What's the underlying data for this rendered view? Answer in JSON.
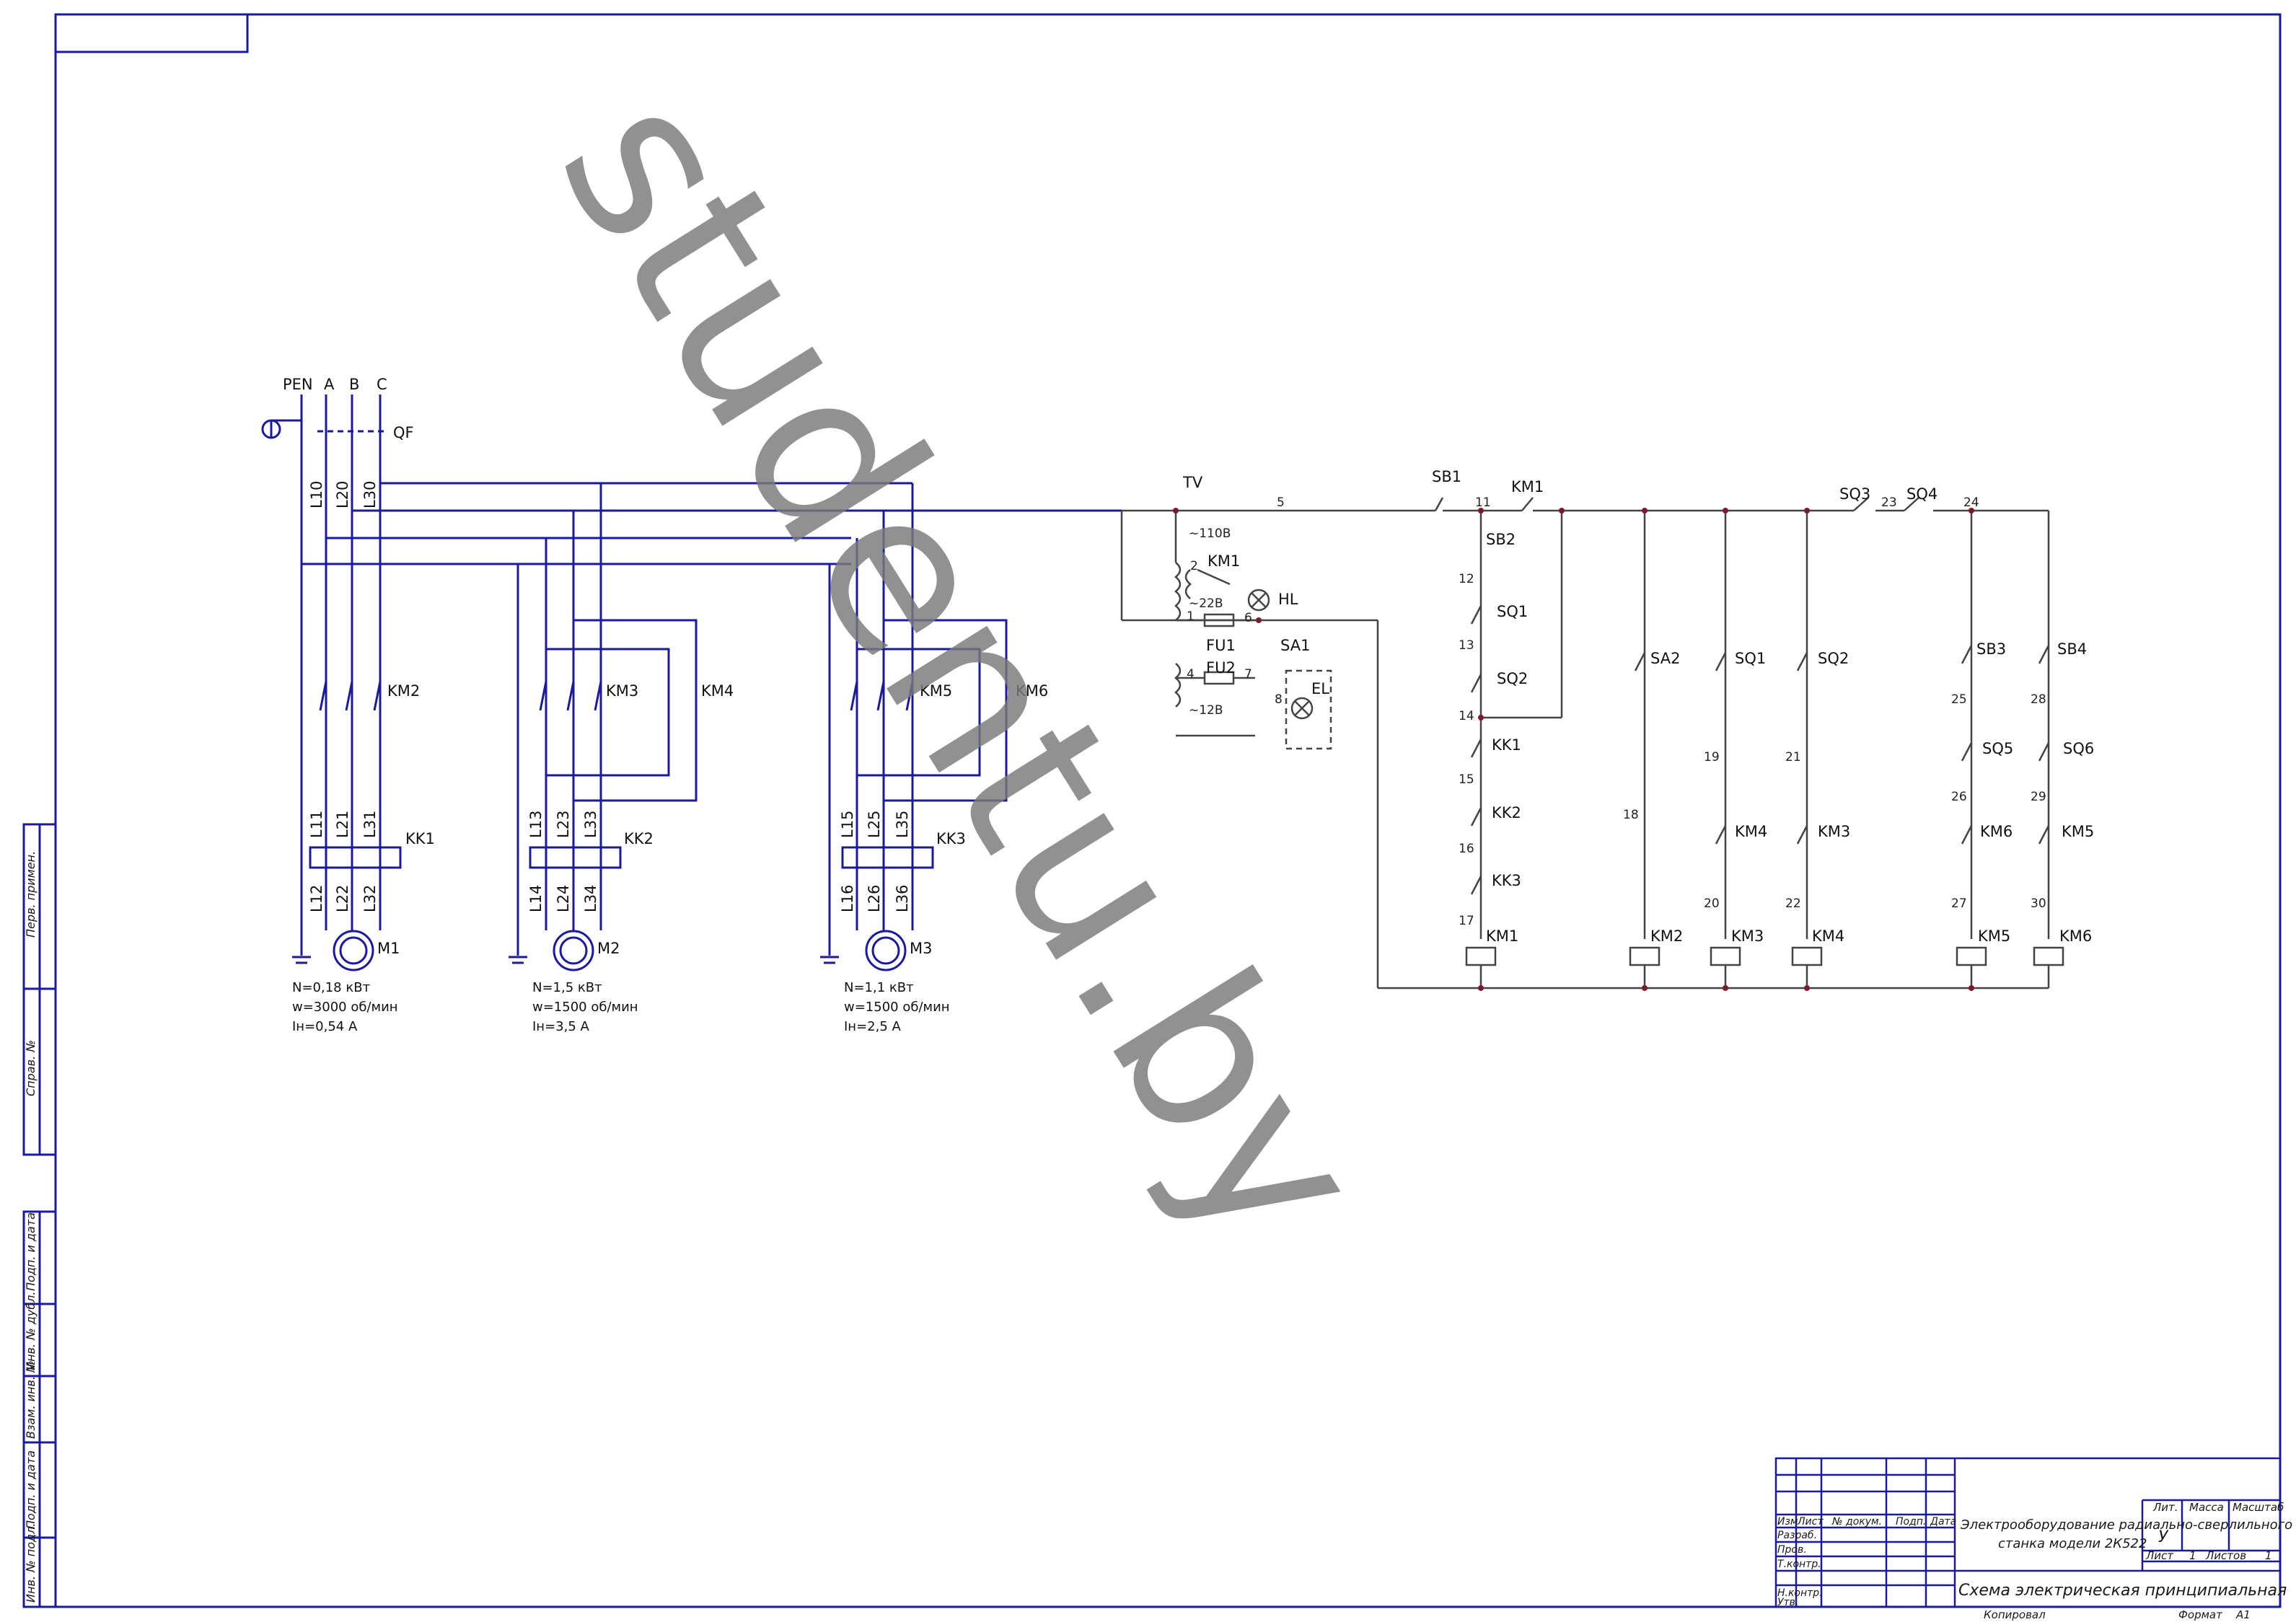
{
  "watermark": "studentu.by",
  "colors": {
    "power": "#1a1aa0",
    "wire": "#444444",
    "frame": "#1a1aa0",
    "node": "#7a1a2a"
  },
  "supply": {
    "pen": "PEN",
    "phase_a": "A",
    "phase_b": "B",
    "phase_c": "C",
    "breaker": "QF"
  },
  "feeder": {
    "l10": "L10",
    "l20": "L20",
    "l30": "L30"
  },
  "motors": [
    {
      "id": "M1",
      "contactor": "KM2",
      "relay": "KK1",
      "lines_top": [
        "L11",
        "L21",
        "L31"
      ],
      "lines_bottom": [
        "L12",
        "L22",
        "L32"
      ],
      "spec": [
        "N=0,18  кВт",
        "w=3000  об/мин",
        "Iн=0,54  А"
      ]
    },
    {
      "id": "M2",
      "contactor": "KM3",
      "contactor2": "KM4",
      "relay": "KK2",
      "lines_top": [
        "L13",
        "L23",
        "L33"
      ],
      "lines_bottom": [
        "L14",
        "L24",
        "L34"
      ],
      "spec": [
        "N=1,5  кВт",
        "w=1500  об/мин",
        "Iн=3,5  А"
      ]
    },
    {
      "id": "M3",
      "contactor": "KM5",
      "contactor2": "KM6",
      "relay": "KK3",
      "lines_top": [
        "L15",
        "L25",
        "L35"
      ],
      "lines_bottom": [
        "L16",
        "L26",
        "L36"
      ],
      "spec": [
        "N=1,1  кВт",
        "w=1500  об/мин",
        "Iн=2,5  А"
      ]
    }
  ],
  "transformer": {
    "name": "TV",
    "v110": "~110В",
    "v22": "~22В",
    "v12": "~12В",
    "km1": "KM1",
    "hl": "HL",
    "fu1": "FU1",
    "fu2": "FU2",
    "sa1": "SA1",
    "el": "EL"
  },
  "control": {
    "sb1": "SB1",
    "km1_top": "KM1",
    "sb2": "SB2",
    "sq1": "SQ1",
    "sq2": "SQ2",
    "kk1": "KK1",
    "kk2": "KK2",
    "kk3": "KK3",
    "km1_coil": "KM1",
    "sa2": "SA2",
    "km2_coil": "KM2",
    "sq1b": "SQ1",
    "km4": "KM4",
    "km3_coil": "KM3",
    "sq2b": "SQ2",
    "km3": "KM3",
    "km4_coil": "KM4",
    "sq3": "SQ3",
    "sq4": "SQ4",
    "sb3": "SB3",
    "sq5": "SQ5",
    "km6": "KM6",
    "km5_coil": "KM5",
    "sb4": "SB4",
    "sq6": "SQ6",
    "km5": "KM5",
    "km6_coil": "KM6"
  },
  "wire_numbers": [
    "5",
    "11",
    "1",
    "2",
    "6",
    "4",
    "7",
    "8",
    "12",
    "13",
    "14",
    "15",
    "16",
    "17",
    "18",
    "19",
    "20",
    "21",
    "22",
    "23",
    "24",
    "25",
    "26",
    "27",
    "28",
    "29",
    "30"
  ],
  "side_stamp": [
    "Перв. примен.",
    "Справ. №",
    "Подп. и дата",
    "Инв. № дубл.",
    "Взам. инв. №",
    "Подп. и дата",
    "Инв. № подл."
  ],
  "title_block": {
    "cols": [
      "Изм",
      "Лист",
      "№ докум.",
      "Подп.",
      "Дата"
    ],
    "rows": [
      "Разраб.",
      "Пров.",
      "Т.контр.",
      "Н.контр.",
      "Утв."
    ],
    "title1": "Электрооборудование радиально-сверлильного",
    "title2": "станка модели 2К522",
    "doc_name": "Схема электрическая принципиальная",
    "lit": "Лит.",
    "massa": "Масса",
    "masshtab": "Масштаб",
    "lit_value": "У",
    "sheet_label": "Лист",
    "sheet_num": "1",
    "sheets_label": "Листов",
    "sheets_num": "1",
    "kopiroval": "Копировал",
    "format_label": "Формат",
    "format_value": "А1"
  }
}
